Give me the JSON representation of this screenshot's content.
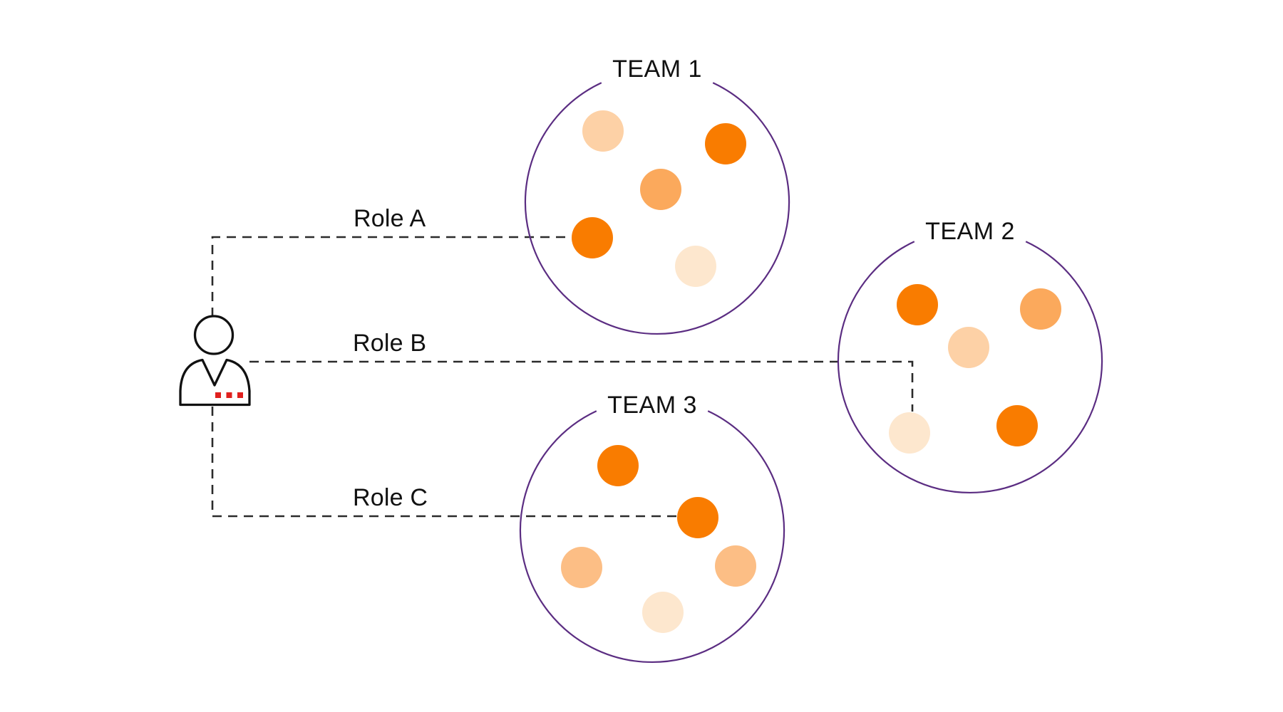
{
  "person": {
    "description": "person figure with three role assignments",
    "badge_count": 3
  },
  "roles": [
    {
      "label": "Role A",
      "team": "TEAM 1",
      "connects_to_member_index": 3
    },
    {
      "label": "Role B",
      "team": "TEAM 2",
      "connects_to_member_index": 3
    },
    {
      "label": "Role C",
      "team": "TEAM 3",
      "connects_to_member_index": 1
    }
  ],
  "teams": [
    {
      "name": "TEAM 1",
      "members": [
        {
          "shade": "light",
          "color": "#FDD1A6"
        },
        {
          "shade": "dark",
          "color": "#F97C00"
        },
        {
          "shade": "medium",
          "color": "#FBA95C"
        },
        {
          "shade": "dark",
          "color": "#F97C00"
        },
        {
          "shade": "lightest",
          "color": "#FDE7CE"
        }
      ]
    },
    {
      "name": "TEAM 2",
      "members": [
        {
          "shade": "dark",
          "color": "#F97C00"
        },
        {
          "shade": "medium",
          "color": "#FBA95C"
        },
        {
          "shade": "light",
          "color": "#FDD1A6"
        },
        {
          "shade": "lightest",
          "color": "#FDE7CE"
        },
        {
          "shade": "dark",
          "color": "#F97C00"
        }
      ]
    },
    {
      "name": "TEAM 3",
      "members": [
        {
          "shade": "dark",
          "color": "#F97C00"
        },
        {
          "shade": "dark",
          "color": "#F97C00"
        },
        {
          "shade": "medium-light",
          "color": "#FCBE85"
        },
        {
          "shade": "medium-light",
          "color": "#FCBE85"
        },
        {
          "shade": "lightest",
          "color": "#FDE7CE"
        }
      ]
    }
  ],
  "colors": {
    "team_outline": "#5B2D82",
    "connector": "#2B2B2B",
    "person_outline": "#111111",
    "badge_red": "#E0201E",
    "member_dark_orange": "#F97C00"
  }
}
